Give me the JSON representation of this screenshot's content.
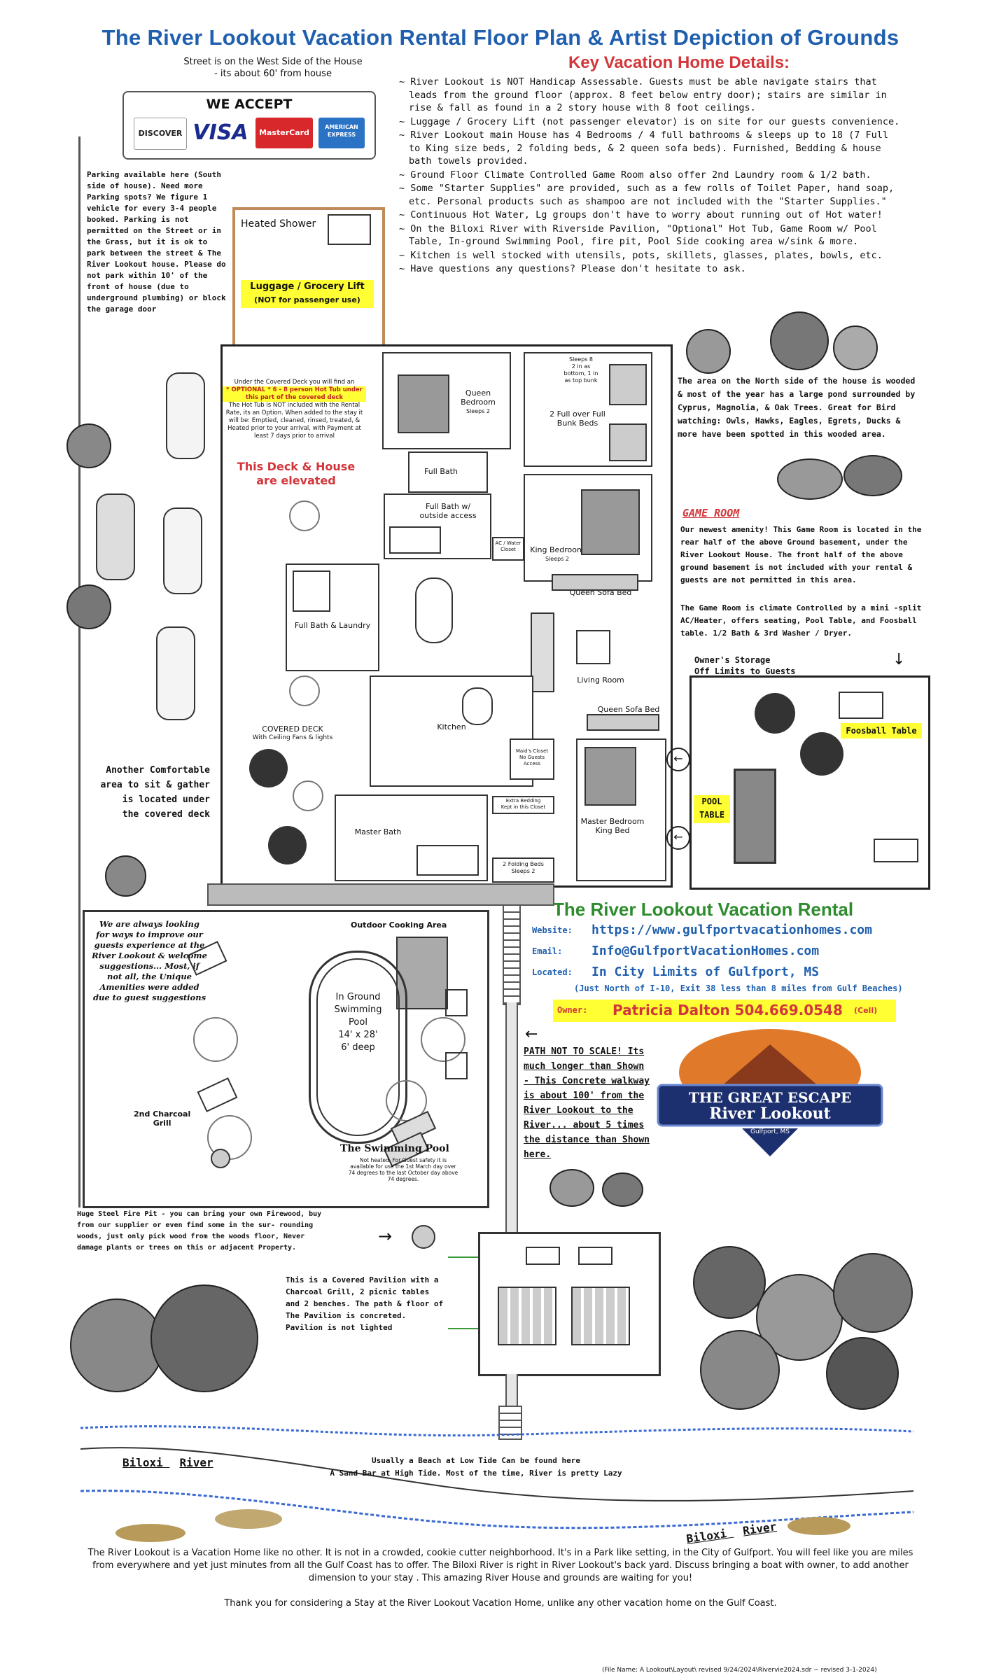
{
  "title": "The River Lookout Vacation Rental Floor Plan & Artist Depiction of Grounds",
  "street_note": [
    "Street is on the West Side of the House",
    "- its about 60' from house"
  ],
  "payment": {
    "heading": "WE ACCEPT",
    "cards": [
      "DISCOVER",
      "VISA",
      "MasterCard",
      "AMERICAN EXPRESS"
    ]
  },
  "key_details": {
    "title": "Key Vacation Home Details:",
    "items": [
      "~ River Lookout is NOT Handicap Assessable.  Guests must be able navigate stairs that leads from the ground floor (approx. 8 feet below entry door); stairs are similar in rise & fall as found in a 2 story house with 8 foot ceilings.",
      "~ Luggage / Grocery Lift (not passenger elevator) is on site for our guests  convenience.",
      "~ River Lookout main House has 4 Bedrooms / 4 full bathrooms & sleeps up to 18 (7 Full to King size beds, 2 folding beds, & 2 queen sofa beds). Furnished, Bedding & house bath towels provided.",
      "~ Ground Floor Climate Controlled Game Room also offer 2nd Laundry room & 1/2 bath.",
      "~ Some \"Starter Supplies\" are provided, such as a few rolls of Toilet Paper, hand soap, etc. Personal products such as shampoo are not included with the \"Starter Supplies.\"",
      "~ Continuous Hot Water, Lg groups don't have to worry about running out of Hot water!",
      "~ On the Biloxi River with Riverside Pavilion, \"Optional\" Hot Tub, Game Room w/ Pool Table, In-ground Swimming Pool, fire pit, Pool Side cooking area w/sink & more.",
      "~ Kitchen is well stocked with utensils, pots, skillets, glasses, plates, bowls, etc.",
      "~ Have questions any questions? Please don't hesitate to ask."
    ]
  },
  "parking_note": "Parking available here (South side of house).  Need more Parking spots? We figure 1 vehicle for every 3-4 people booked.  Parking is not permitted on the Street or in the Grass, but it is ok to park between the street & The River Lookout house. Please do not park within 10' of the front of house (due to underground plumbing) or block the garage door",
  "heated_shower": "Heated Shower",
  "lift_label": [
    "Luggage / Grocery Lift",
    "(NOT for passenger use)"
  ],
  "hot_tub_note": {
    "lead": "Under the Covered Deck you will find an",
    "highlight": "* OPTIONAL * 6 - 8 person Hot Tub under this part of the covered deck",
    "rest": "The Hot Tub is NOT included with the Rental Rate, its an Option.  When added to the stay it will be:  Emptied, cleaned, rinsed, treated, & Heated prior to your arrival, with Payment at least 7 days prior to arrival"
  },
  "elevated_note": [
    "This Deck & House",
    "are elevated"
  ],
  "rooms": {
    "queen_bedroom": [
      "Queen",
      "Bedroom",
      "Sleeps 2"
    ],
    "sleeps8": [
      "Sleeps 8",
      "2 in as",
      "bottom, 1 in",
      "as top bunk"
    ],
    "bunk": [
      "2 Full over Full",
      "Bunk Beds"
    ],
    "full_bath": "Full Bath",
    "full_bath_outside": [
      "Full Bath w/",
      "outside access"
    ],
    "ac_closet": [
      "AC / Water",
      "Closet"
    ],
    "king_bedroom": [
      "King Bedroom",
      "Sleeps 2"
    ],
    "full_bath_laundry": "Full Bath & Laundry",
    "queen_sofa_1": "Queen Sofa Bed",
    "living_room": "Living Room",
    "queen_sofa_2": "Queen Sofa Bed",
    "kitchen": "Kitchen",
    "maids_closet": [
      "Maid's Closet",
      "No Guests",
      "Access"
    ],
    "extra_bedding": [
      "Extra Bedding",
      "Kept in this Closet"
    ],
    "master_bath": "Master Bath",
    "master_bedroom": [
      "Master Bedroom",
      "King Bed"
    ],
    "folding_beds": [
      "2 Folding Beds",
      "Sleeps 2"
    ]
  },
  "covered_deck": [
    "COVERED DECK",
    "With Ceiling Fans & lights"
  ],
  "another_area": [
    "Another Comfortable",
    "area  to sit & gather",
    "is located under",
    "the covered deck"
  ],
  "north_note": "The area on the North side of the house is wooded & most of the year has a large pond surrounded by Cyprus, Magnolia, & Oak Trees. Great for Bird watching:  Owls, Hawks, Eagles, Egrets, Ducks & more have been spotted in this wooded area.",
  "game_room": {
    "title": "GAME ROOM",
    "text1": "Our newest amenity!  This Game Room is located in the rear half of the above Ground basement, under the River Lookout House. The front half of the above ground basement is not included with your rental & guests are not permitted in this area.",
    "text2": "The Game Room is climate Controlled by a mini -split AC/Heater, offers seating, Pool Table, and Foosball table.  1/2 Bath & 3rd Washer / Dryer.",
    "storage": [
      "Owner's Storage",
      "Off Limits to Guests"
    ],
    "foosball": "Foosball Table",
    "pool_table": [
      "POOL",
      "TABLE"
    ]
  },
  "pool_area": {
    "suggest": "We are always looking for ways to improve our guests experience at the River Lookout & welcome suggestions... Most, if not all, the Unique Amenities were added due to guest suggestions",
    "cooking": "Outdoor Cooking Area",
    "pool": [
      "In Ground",
      "Swimming",
      "Pool",
      "14' x 28'",
      "6' deep"
    ],
    "grill": [
      "2nd Charcoal",
      "Grill"
    ],
    "pool_title": "The Swimming Pool",
    "pool_note": "Not heated.  For Guest safety it is available for use the 1st March day over 74 degrees to the last October day above 74 degrees."
  },
  "rental": {
    "title": "The River Lookout Vacation Rental",
    "website_label": "Website:",
    "website": "https://www.gulfportvacationhomes.com",
    "email_label": "Email:",
    "email": "Info@GulfportVacationHomes.com",
    "located_label": "Located:",
    "located": "In City Limits of Gulfport, MS",
    "located_sub": "(Just North of I-10, Exit 38 less than 8 miles from Gulf Beaches)",
    "owner_label": "Owner:",
    "owner": "Patricia Dalton 504.669.0548",
    "owner_suffix": "(Cell)"
  },
  "path_note": "PATH NOT TO SCALE! Its much longer than Shown - This Concrete walkway is about 100' from the River Lookout to the River... about 5 times the distance than Shown here.",
  "logo": {
    "line1": "THE GREAT ESCAPE",
    "line2": "River Lookout",
    "line3": "Gulfport, MS"
  },
  "fire_pit": "Huge Steel Fire Pit - you can bring your own Firewood, buy from our supplier or even find some in the sur- rounding woods, just only pick wood from the woods floor, Never damage plants or trees on this or adjacent Property.",
  "pavilion_note": "This is a Covered Pavilion with a Charcoal Grill, 2 picnic tables and 2 benches.  The path & floor of The Pavilion is concreted. Pavilion is not lighted",
  "river": {
    "label_left": [
      "Biloxi",
      "River"
    ],
    "label_right": [
      "Biloxi",
      "River"
    ],
    "beach": [
      "Usually a Beach at Low Tide Can be found here",
      "A Sand Bar at High Tide.  Most of the time, River is pretty Lazy"
    ]
  },
  "bottom_text": "The River Lookout is a Vacation Home like no other.  It is not in a crowded, cookie cutter neighborhood.  It's in a Park like setting, in the City of      Gulfport.  You will feel like you are miles from everywhere and yet just minutes from all the Gulf Coast has to offer.  The Biloxi River is right in River Lookout's back yard.  Discuss bringing a boat with owner, to add another dimension to your stay .  This amazing River House and grounds are waiting for you!",
  "thanks": "Thank you for considering a Stay at the River Lookout Vacation Home, unlike any other vacation home on the Gulf Coast.",
  "filename": "(File Name:  A Lookout\\Layout\\ revised 9/24/2024\\Rivervie2024.sdr  ~ revised 3-1-2024)"
}
